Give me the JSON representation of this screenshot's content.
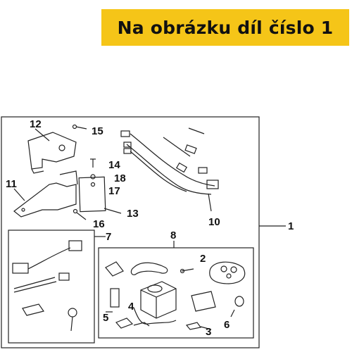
{
  "banner": {
    "text": "Na obrázku díl číslo 1"
  },
  "callouts": {
    "n1": "1",
    "n2": "2",
    "n3": "3",
    "n4": "4",
    "n5": "5",
    "n6": "6",
    "n7": "7",
    "n8": "8",
    "n10": "10",
    "n11": "11",
    "n12": "12",
    "n13": "13",
    "n14": "14",
    "n15": "15",
    "n16": "16",
    "n17": "17",
    "n18": "18"
  },
  "colors": {
    "banner": "#f5c518",
    "line": "#222222"
  }
}
